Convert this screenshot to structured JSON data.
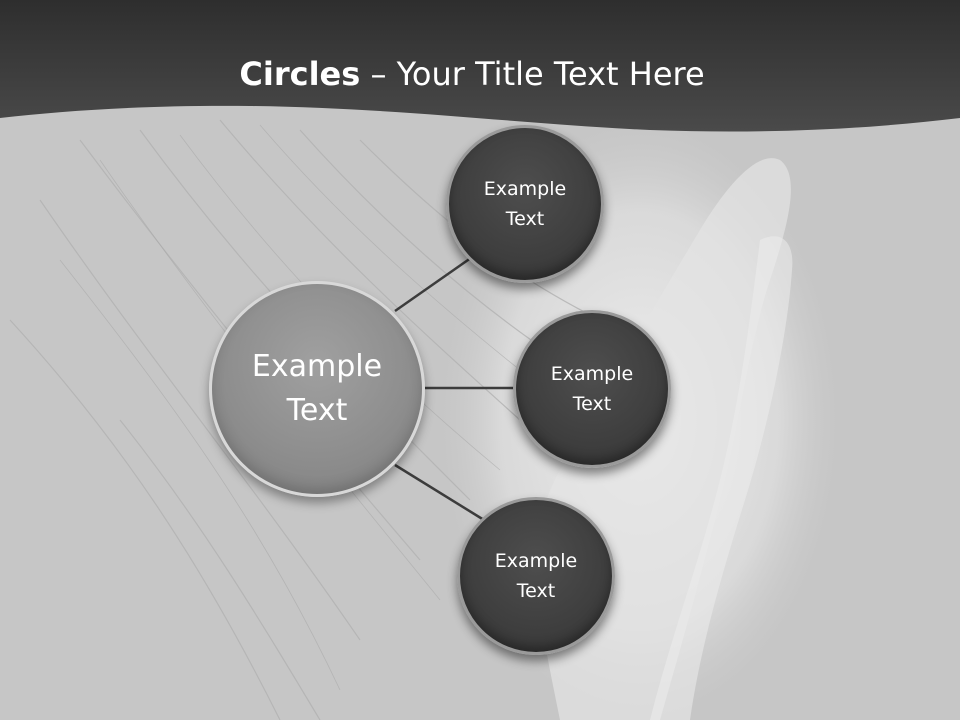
{
  "title": {
    "bold": "Circles",
    "rest": " – Your Title Text Here"
  },
  "diagram": {
    "center": {
      "label": "Example\nText"
    },
    "nodes": [
      {
        "label": "Example\nText"
      },
      {
        "label": "Example\nText"
      },
      {
        "label": "Example\nText"
      }
    ]
  },
  "colors": {
    "header": "#3a3a3a",
    "background": "#c8c8c8",
    "center_circle": "#8f8f8f",
    "node_circle": "#3e3e3e",
    "connector": "#3c3c3c"
  }
}
